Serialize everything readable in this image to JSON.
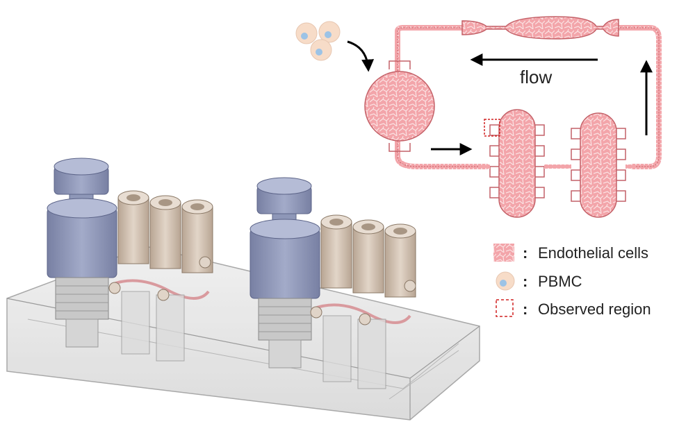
{
  "flow_label": "flow",
  "legend": {
    "separator": ":",
    "items": [
      {
        "label": "Endothelial cells",
        "icon": "endothelial-cells-icon"
      },
      {
        "label": "PBMC",
        "icon": "pbmc-icon"
      },
      {
        "label": "Observed region",
        "icon": "observed-region-icon"
      }
    ]
  },
  "colors": {
    "tissue_fill": "#f4a9ad",
    "tissue_edge": "#cc5a60",
    "pbmc_fill": "#f7dcc8",
    "pbmc_nucleus": "#9cc3e6",
    "observed_dash": "#d02020",
    "device_plastic": "#d9d9d9",
    "device_blue": "#8e97b8",
    "device_tan": "#c9b7a6"
  }
}
